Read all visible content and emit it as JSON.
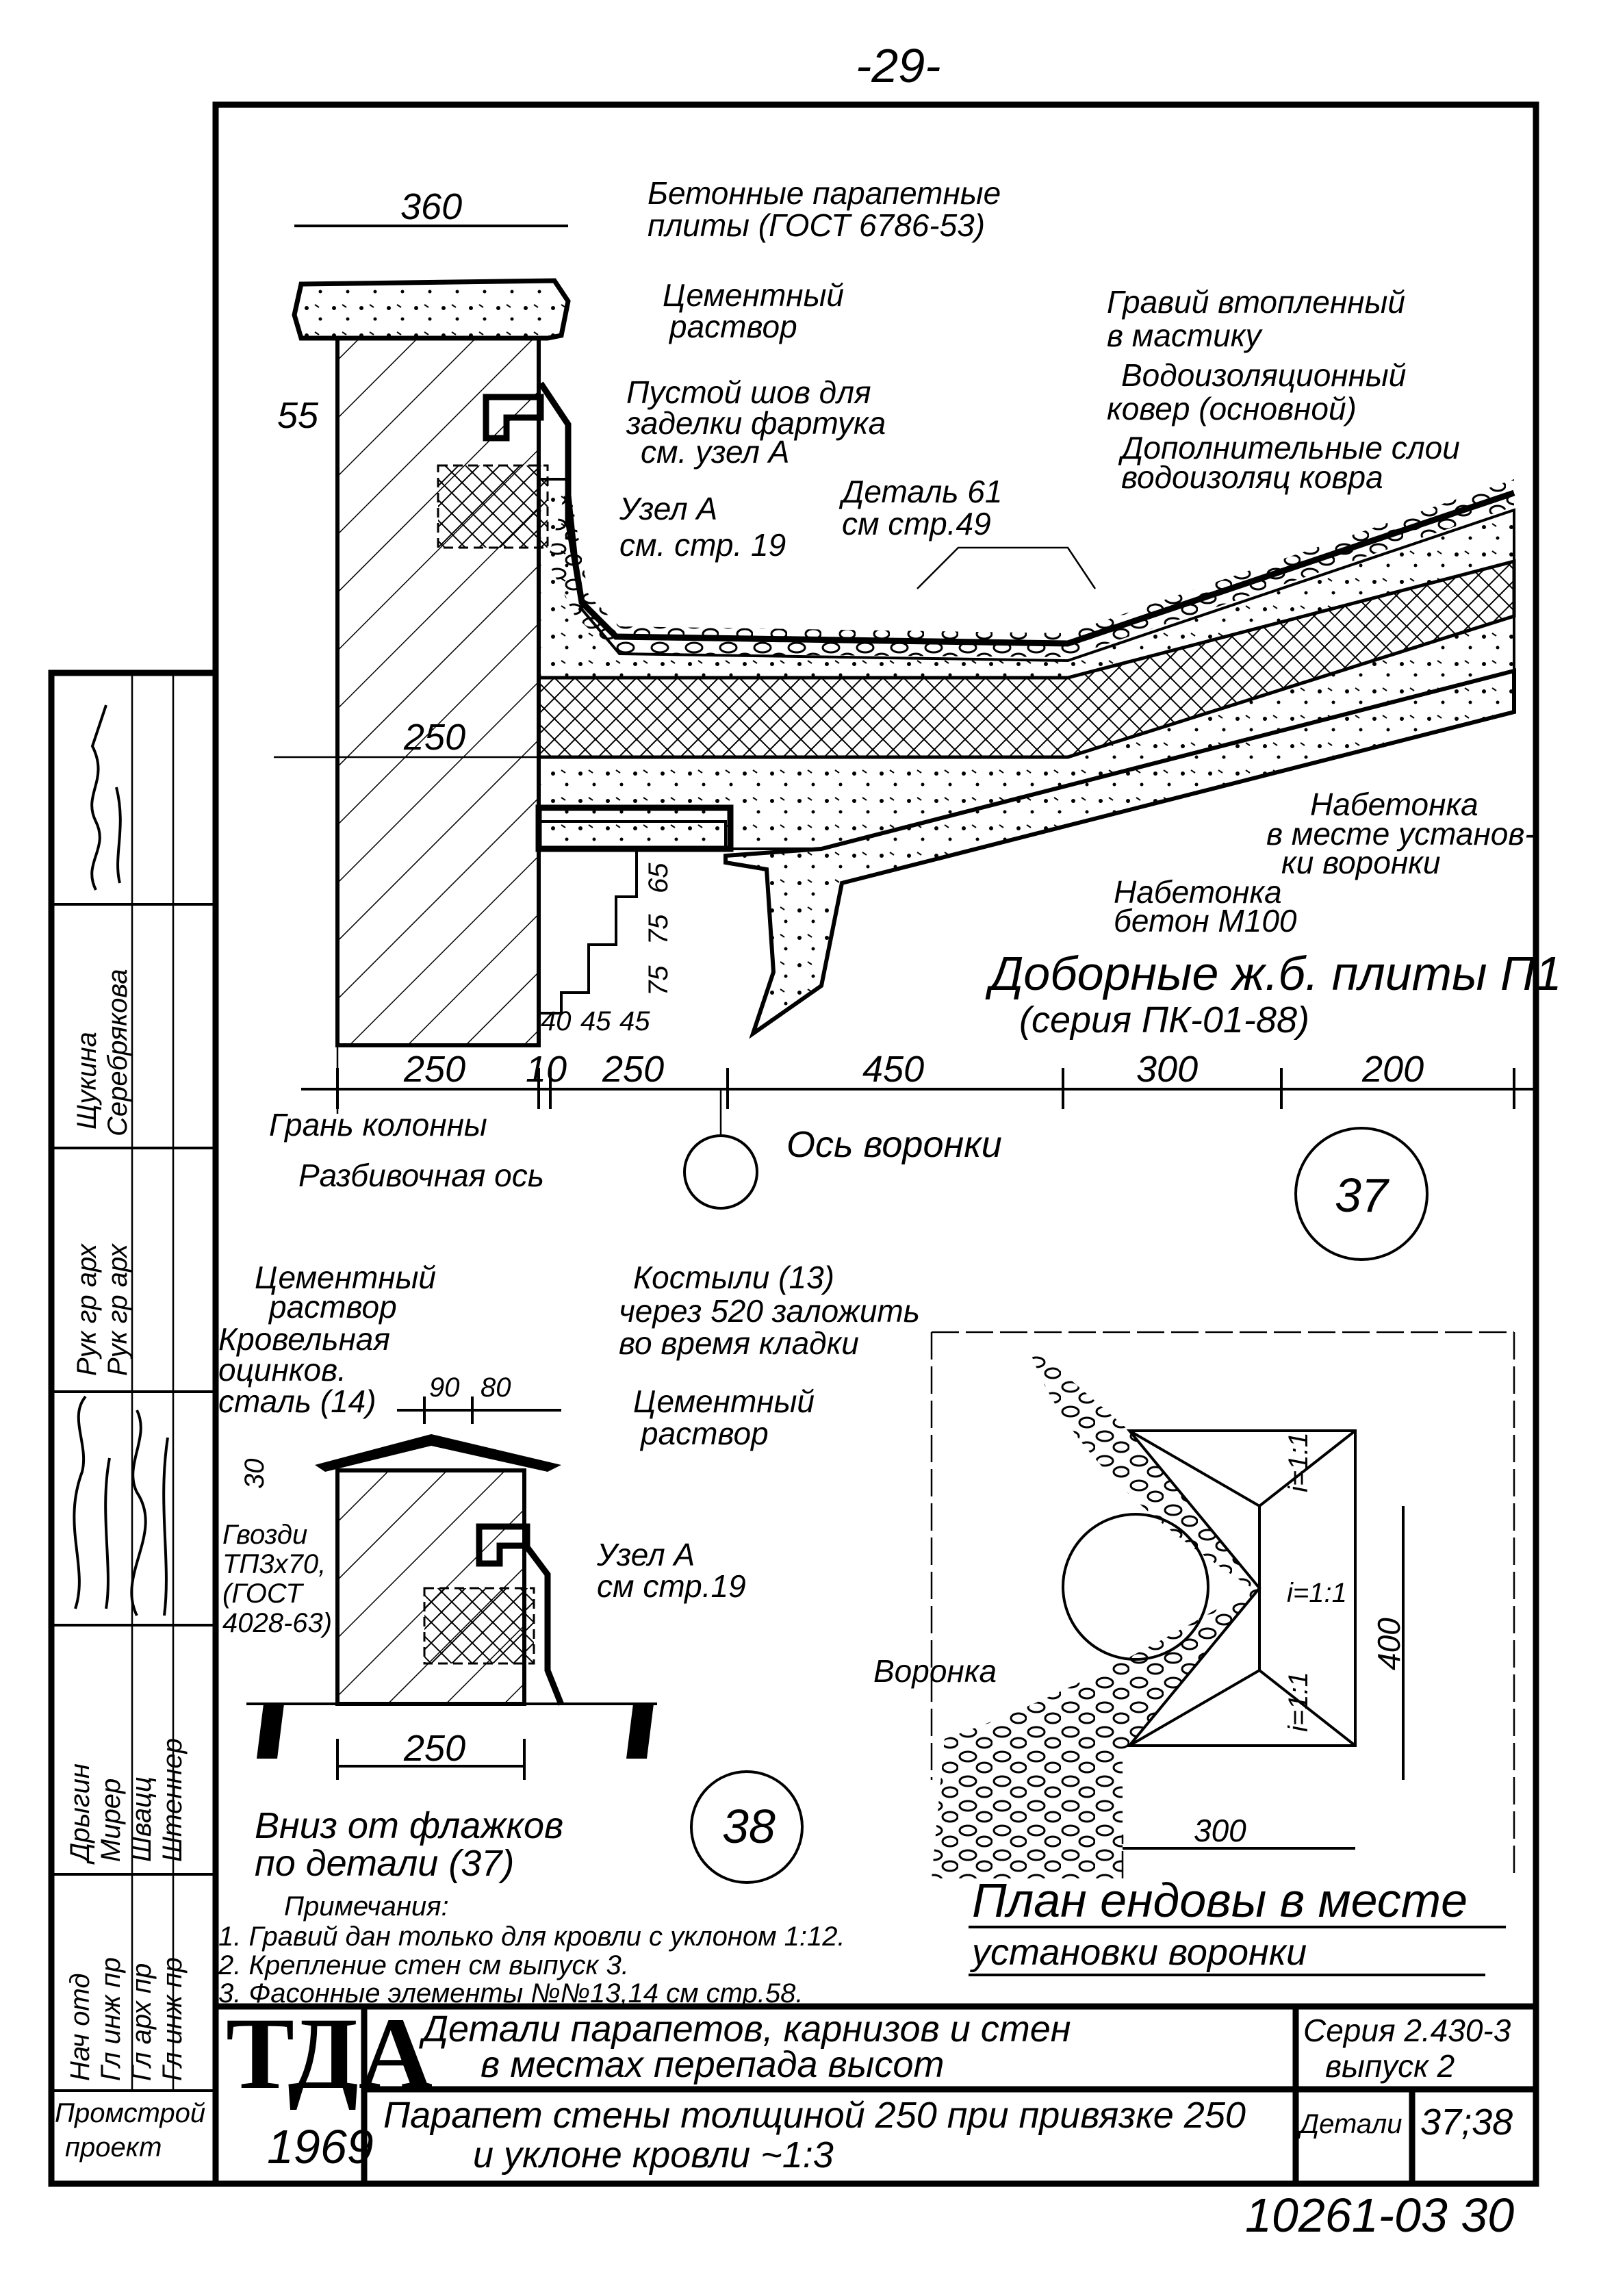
{
  "page_number": "-29-",
  "detail37": {
    "dims": {
      "top": "360",
      "v55": "55",
      "wall": "250",
      "d65": "65",
      "d75a": "75",
      "d75b": "75",
      "d40": "40",
      "d45a": "45",
      "d45b": "45",
      "bottom": [
        "250",
        "10",
        "250",
        "450",
        "300",
        "200"
      ]
    },
    "labels": {
      "parapet_slabs_1": "Бетонные парапетные",
      "parapet_slabs_2": "плиты (ГОСТ 6786-53)",
      "cement_mortar_1": "Цементный",
      "cement_mortar_2": "раствор",
      "empty_joint_1": "Пустой шов для",
      "empty_joint_2": "заделки фартука",
      "empty_joint_3": "см. узел А",
      "gravel_1": "Гравий втопленный",
      "gravel_2": "в мастику",
      "waterproof_1": "Водоизоляционный",
      "waterproof_2": "ковер (основной)",
      "extra_layers_1": "Дополнительные слои",
      "extra_layers_2": "водоизоляц ковра",
      "detail61_1": "Деталь 61",
      "detail61_2": "см стр.49",
      "node_a_1": "Узел А",
      "node_a_2": "см. стр. 19",
      "topping1_1": "Набетонка",
      "topping1_2": "в месте установ-",
      "topping1_3": "ки воронки",
      "topping2_1": "Набетонка",
      "topping2_2": "бетон М100",
      "slabs_1": "Доборные ж.б. плиты П1",
      "slabs_2": "(серия ПК-01-88)",
      "column_face": "Грань колонны",
      "layout_axis": "Разбивочная ось",
      "funnel_axis": "Ось воронки"
    },
    "number": "37"
  },
  "detail38": {
    "labels": {
      "cement_mortar_1": "Цементный",
      "cement_mortar_2": "раствор",
      "crutches_1": "Костыли (13)",
      "crutches_2": "через 520 заложить",
      "crutches_3": "во время кладки",
      "roof_steel_1": "Кровельная",
      "roof_steel_2": "оцинков.",
      "roof_steel_3": "сталь (14)",
      "cement_mortar2_1": "Цементный",
      "cement_mortar2_2": "раствор",
      "nails_1": "Гвозди",
      "nails_2": "ТП3х70,",
      "nails_3": "(ГОСТ",
      "nails_4": "4028-63)",
      "node_a_1": "Узел А",
      "node_a_2": "см стр.19",
      "down_1": "Вниз от флажков",
      "down_2": "по детали (37)"
    },
    "dims": {
      "d90": "90",
      "d80": "80",
      "d30": "30",
      "wall": "250"
    },
    "number": "38"
  },
  "notes": {
    "title": "Примечания:",
    "items": [
      "1. Гравий дан только для кровли с уклоном 1:12.",
      "2. Крепление стен см выпуск 3.",
      "3. Фасонные элементы №№13,14 см стр.58."
    ]
  },
  "plan": {
    "funnel": "Воронка",
    "dim_v": "400",
    "dim_h": "300",
    "slope1": "i=1:1",
    "slope2": "i=1:1",
    "slope3": "i=1:1",
    "title_1": "План ендовы в месте",
    "title_2": "установки воронки"
  },
  "stamp": {
    "row2": [
      "Щукина",
      "Серебрякова"
    ],
    "row3": [
      "Рук гр арх",
      "Рук гр арх"
    ],
    "row5": [
      "Дрыгин",
      "Мирер",
      "Швацц",
      "Штеннер"
    ],
    "row6": [
      "Нач отд",
      "Гл инж пр",
      "Гл арх пр",
      "Гл инж пр"
    ],
    "signatures": [
      "Щукина",
      "Серебрякова",
      "Дрыгин",
      "Мирер",
      "Швацц",
      "Штеннер"
    ],
    "org_1": "Промстрой",
    "org_2": "проект"
  },
  "title_block": {
    "logo": "ТДА",
    "year": "1969",
    "title_1": "Детали парапетов, карнизов и стен",
    "title_2": "в местах перепада высот",
    "subtitle_1": "Парапет стены толщиной 250 при привязке 250",
    "subtitle_2": "и уклоне кровли ~1:3",
    "series_1": "Серия 2.430-3",
    "series_2": "выпуск 2",
    "details_label": "Детали",
    "details_value": "37;38"
  },
  "sheet_code": "10261-03 30"
}
